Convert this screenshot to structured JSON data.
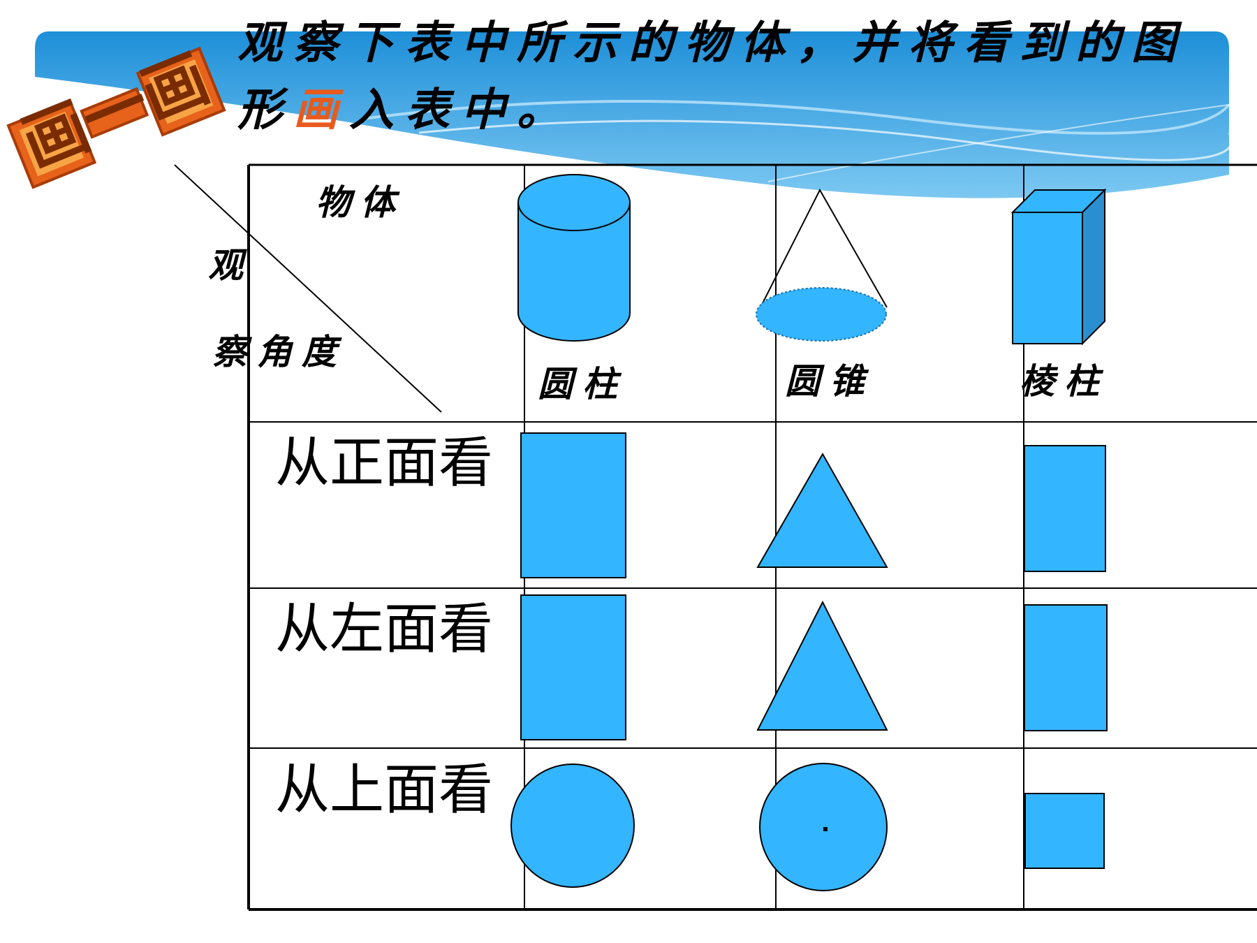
{
  "badge": {
    "text": "画一画"
  },
  "title": {
    "line1": "观察下表中所示的物体，并将看到的图",
    "line2_before": "形",
    "line2_accent": "画",
    "line2_after": "入表中。"
  },
  "table": {
    "corner": {
      "top": "物体",
      "left1": "观",
      "left2": "察角度"
    },
    "columns": [
      {
        "label": "圆柱",
        "shape": "cylinder-icon"
      },
      {
        "label": "圆锥",
        "shape": "cone-icon"
      },
      {
        "label": "棱柱",
        "shape": "prism-icon"
      }
    ],
    "rows": [
      {
        "label": "从正面看",
        "shapes": [
          "rectangle",
          "triangle",
          "rectangle"
        ]
      },
      {
        "label": "从左面看",
        "shapes": [
          "rectangle",
          "triangle",
          "rectangle"
        ]
      },
      {
        "label": "从上面看",
        "shapes": [
          "circle",
          "circle-with-center-dot",
          "square"
        ]
      }
    ]
  },
  "colors": {
    "shape_fill": "#33b5ff",
    "prism_side": "#2a8fd0",
    "accent": "#e85a1c",
    "badge": "#f07a1a"
  }
}
